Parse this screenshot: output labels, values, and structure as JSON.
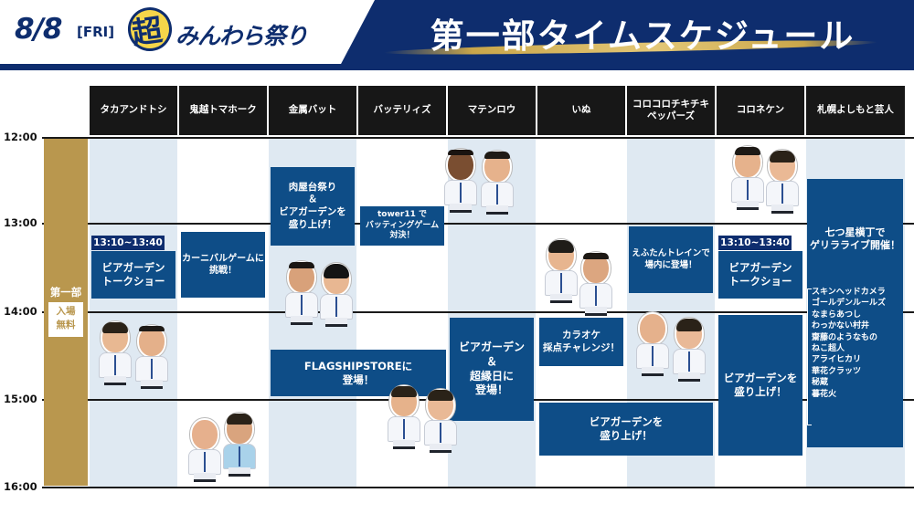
{
  "header": {
    "date_day": "8/8",
    "date_weekday": "[FRI]",
    "logo_badge": "超",
    "logo_text": "みんわら祭り",
    "title": "第一部タイムスケジュール"
  },
  "colors": {
    "navy": "#0e2d6e",
    "event_blue": "#0e4d87",
    "gold": "#b9974e",
    "column_shade": "#dfe9f2",
    "header_black": "#171717"
  },
  "columns": [
    "タカアンドトシ",
    "鬼越トマホーク",
    "金属バット",
    "バッテリィズ",
    "マテンロウ",
    "いぬ",
    "コロコロチキチキ\nペッパーズ",
    "コロネケン",
    "札幌よしもと芸人"
  ],
  "times": [
    "12:00",
    "13:00",
    "14:00",
    "15:00",
    "16:00"
  ],
  "session": {
    "name": "第一部",
    "admission": "入場\n無料"
  },
  "events": {
    "taka_time": "13:10~13:40",
    "taka": "ビアガーデン\nトークショー",
    "onigoe": "カーニバルゲームに\n挑戦！",
    "kinzoku_1": "肉屋台祭り\n＆\nビアガーデンを\n盛り上げ！",
    "kinzoku_2": "FLAGSHIPSTOREに\n登場！",
    "battery": "tower11 で\nバッティングゲーム\n対決！",
    "maten": "ビアガーデン\n＆\n超縁日に\n登場！",
    "inu_1": "カラオケ\n採点チャレンジ！",
    "inu_2": "ビアガーデンを\n盛り上げ！",
    "korokoro": "えふたんトレインで\n場内に登場！",
    "korone_time": "13:10~13:40",
    "korone_1": "ビアガーデン\nトークショー",
    "korone_2": "ビアガーデンを\n盛り上げ！",
    "sapporo_title": "七つ星横丁で\nゲリラライブ開催！",
    "sapporo_performers": [
      "スキンヘッドカメラ",
      "ゴールデンルールズ",
      "なまらあつし",
      "わっかない村井",
      "齋藤のようなもの",
      "ねこ超人",
      "アライヒカリ",
      "華花クラッツ",
      "秘蔵",
      "暮花火"
    ]
  },
  "icons": {
    "performer_photo": "performer-cutout-icon"
  }
}
